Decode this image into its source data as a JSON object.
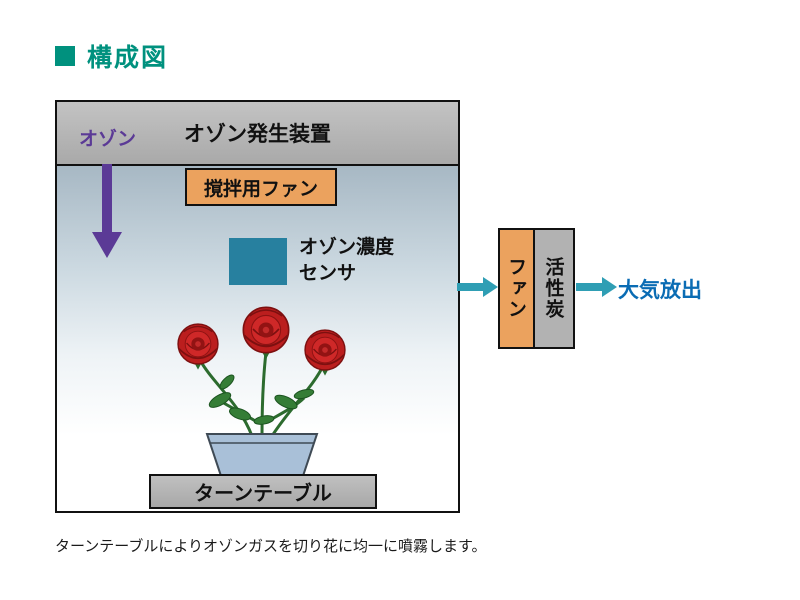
{
  "title": {
    "text": "構成図"
  },
  "chamber": {
    "generator": "オゾン発生装置",
    "ozone": "オゾン",
    "stir_fan": "撹拌用ファン",
    "sensor_line1": "オゾン濃度",
    "sensor_line2": "センサ",
    "turntable": "ターンテーブル"
  },
  "exhaust": {
    "fan": "ファン",
    "carbon": "活性炭",
    "release": "大気放出"
  },
  "caption": "ターンテーブルによりオゾンガスを切り花に均一に噴霧します。",
  "colors": {
    "title_teal": "#00917e",
    "purple": "#5b3a96",
    "orange": "#eba25e",
    "sensor_teal": "#27809f",
    "arrow_teal": "#2f9eb4",
    "release_blue": "#0a6cb4",
    "rose_red": "#bb1e1e",
    "leaf_green": "#357d36",
    "pot_blue": "#a9c0d8"
  }
}
